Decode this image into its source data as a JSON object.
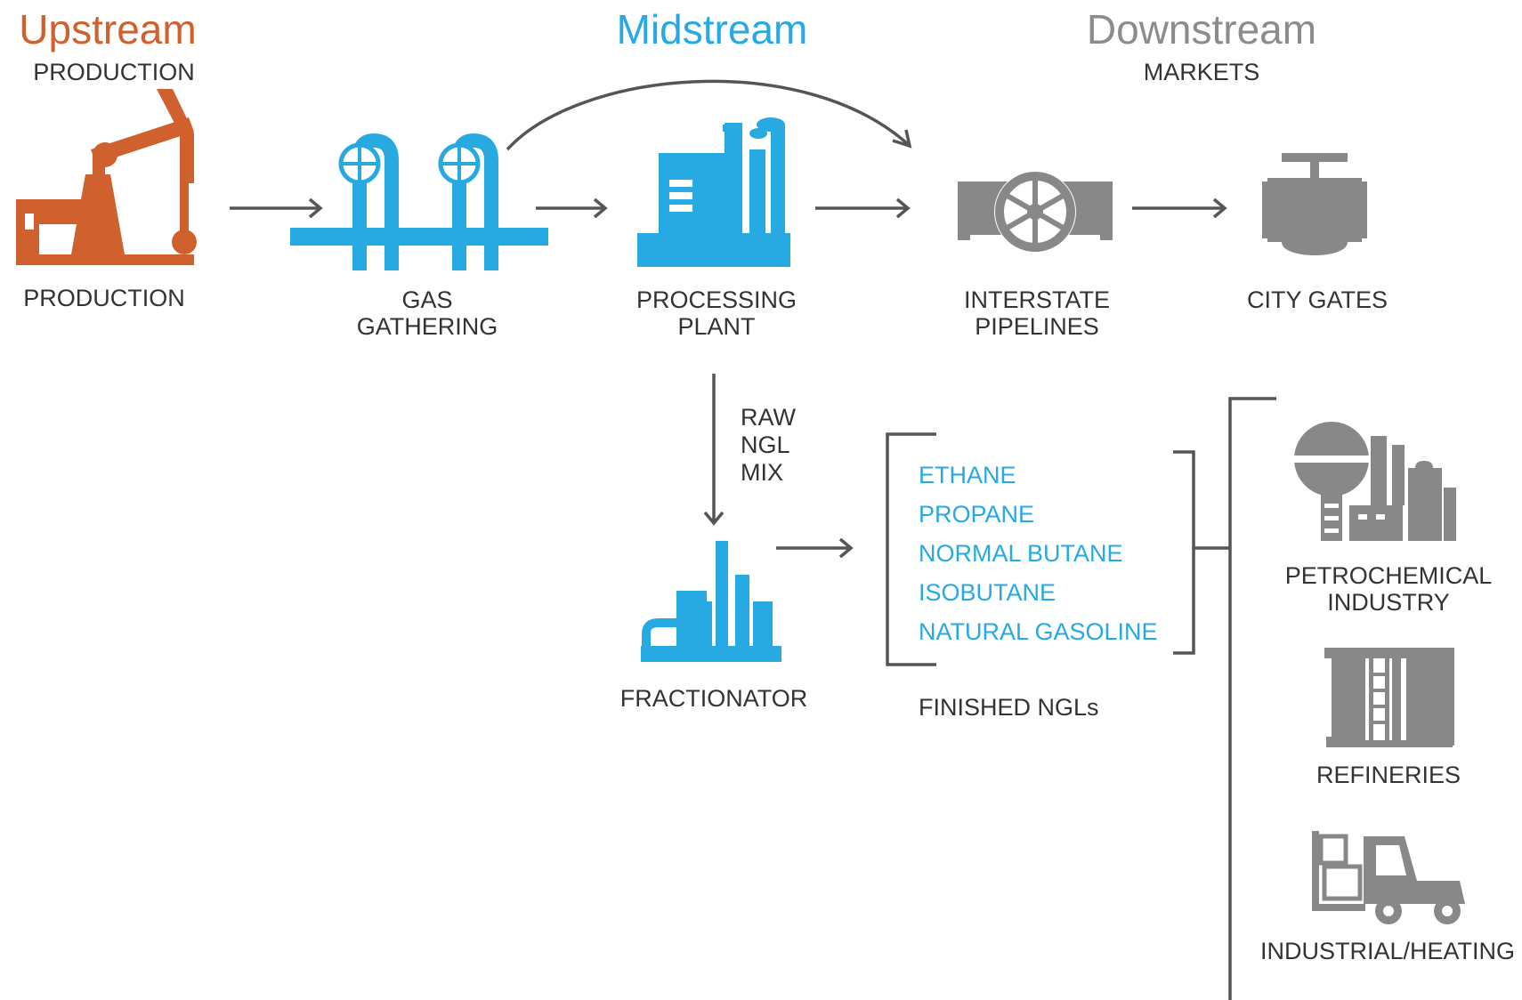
{
  "colors": {
    "upstream": "#d0602d",
    "midstream": "#27a9e1",
    "downstream": "#8c8c8c",
    "icon_gray": "#888889",
    "arrow": "#555555",
    "text": "#333333"
  },
  "headers": {
    "upstream": "Upstream",
    "upstream_sub": "PRODUCTION",
    "midstream": "Midstream",
    "downstream": "Downstream",
    "downstream_sub": "MARKETS"
  },
  "nodes": {
    "production": {
      "label": "PRODUCTION",
      "icon": "pumpjack-icon"
    },
    "gas_gathering": {
      "label_line1": "GAS",
      "label_line2": "GATHERING",
      "icon": "gathering-pipes-icon"
    },
    "processing_plant": {
      "label_line1": "PROCESSING",
      "label_line2": "PLANT",
      "icon": "processing-plant-icon"
    },
    "interstate_pipelines": {
      "label_line1": "INTERSTATE",
      "label_line2": "PIPELINES",
      "icon": "pipeline-valve-icon"
    },
    "city_gates": {
      "label": "CITY GATES",
      "icon": "gate-valve-icon"
    },
    "fractionator": {
      "label": "FRACTIONATOR",
      "icon": "fractionator-icon"
    }
  },
  "raw_ngl_mix": {
    "line1": "RAW",
    "line2": "NGL",
    "line3": "MIX"
  },
  "finished_ngls": {
    "items": [
      "ETHANE",
      "PROPANE",
      "NORMAL BUTANE",
      "ISOBUTANE",
      "NATURAL GASOLINE"
    ],
    "caption": "FINISHED NGLs"
  },
  "end_markets": {
    "petrochemical": {
      "label_line1": "PETROCHEMICAL",
      "label_line2": "INDUSTRY",
      "icon": "petrochemical-plant-icon"
    },
    "refineries": {
      "label": "REFINERIES",
      "icon": "refinery-icon"
    },
    "industrial": {
      "label": "INDUSTRIAL/HEATING",
      "icon": "forklift-icon"
    }
  }
}
